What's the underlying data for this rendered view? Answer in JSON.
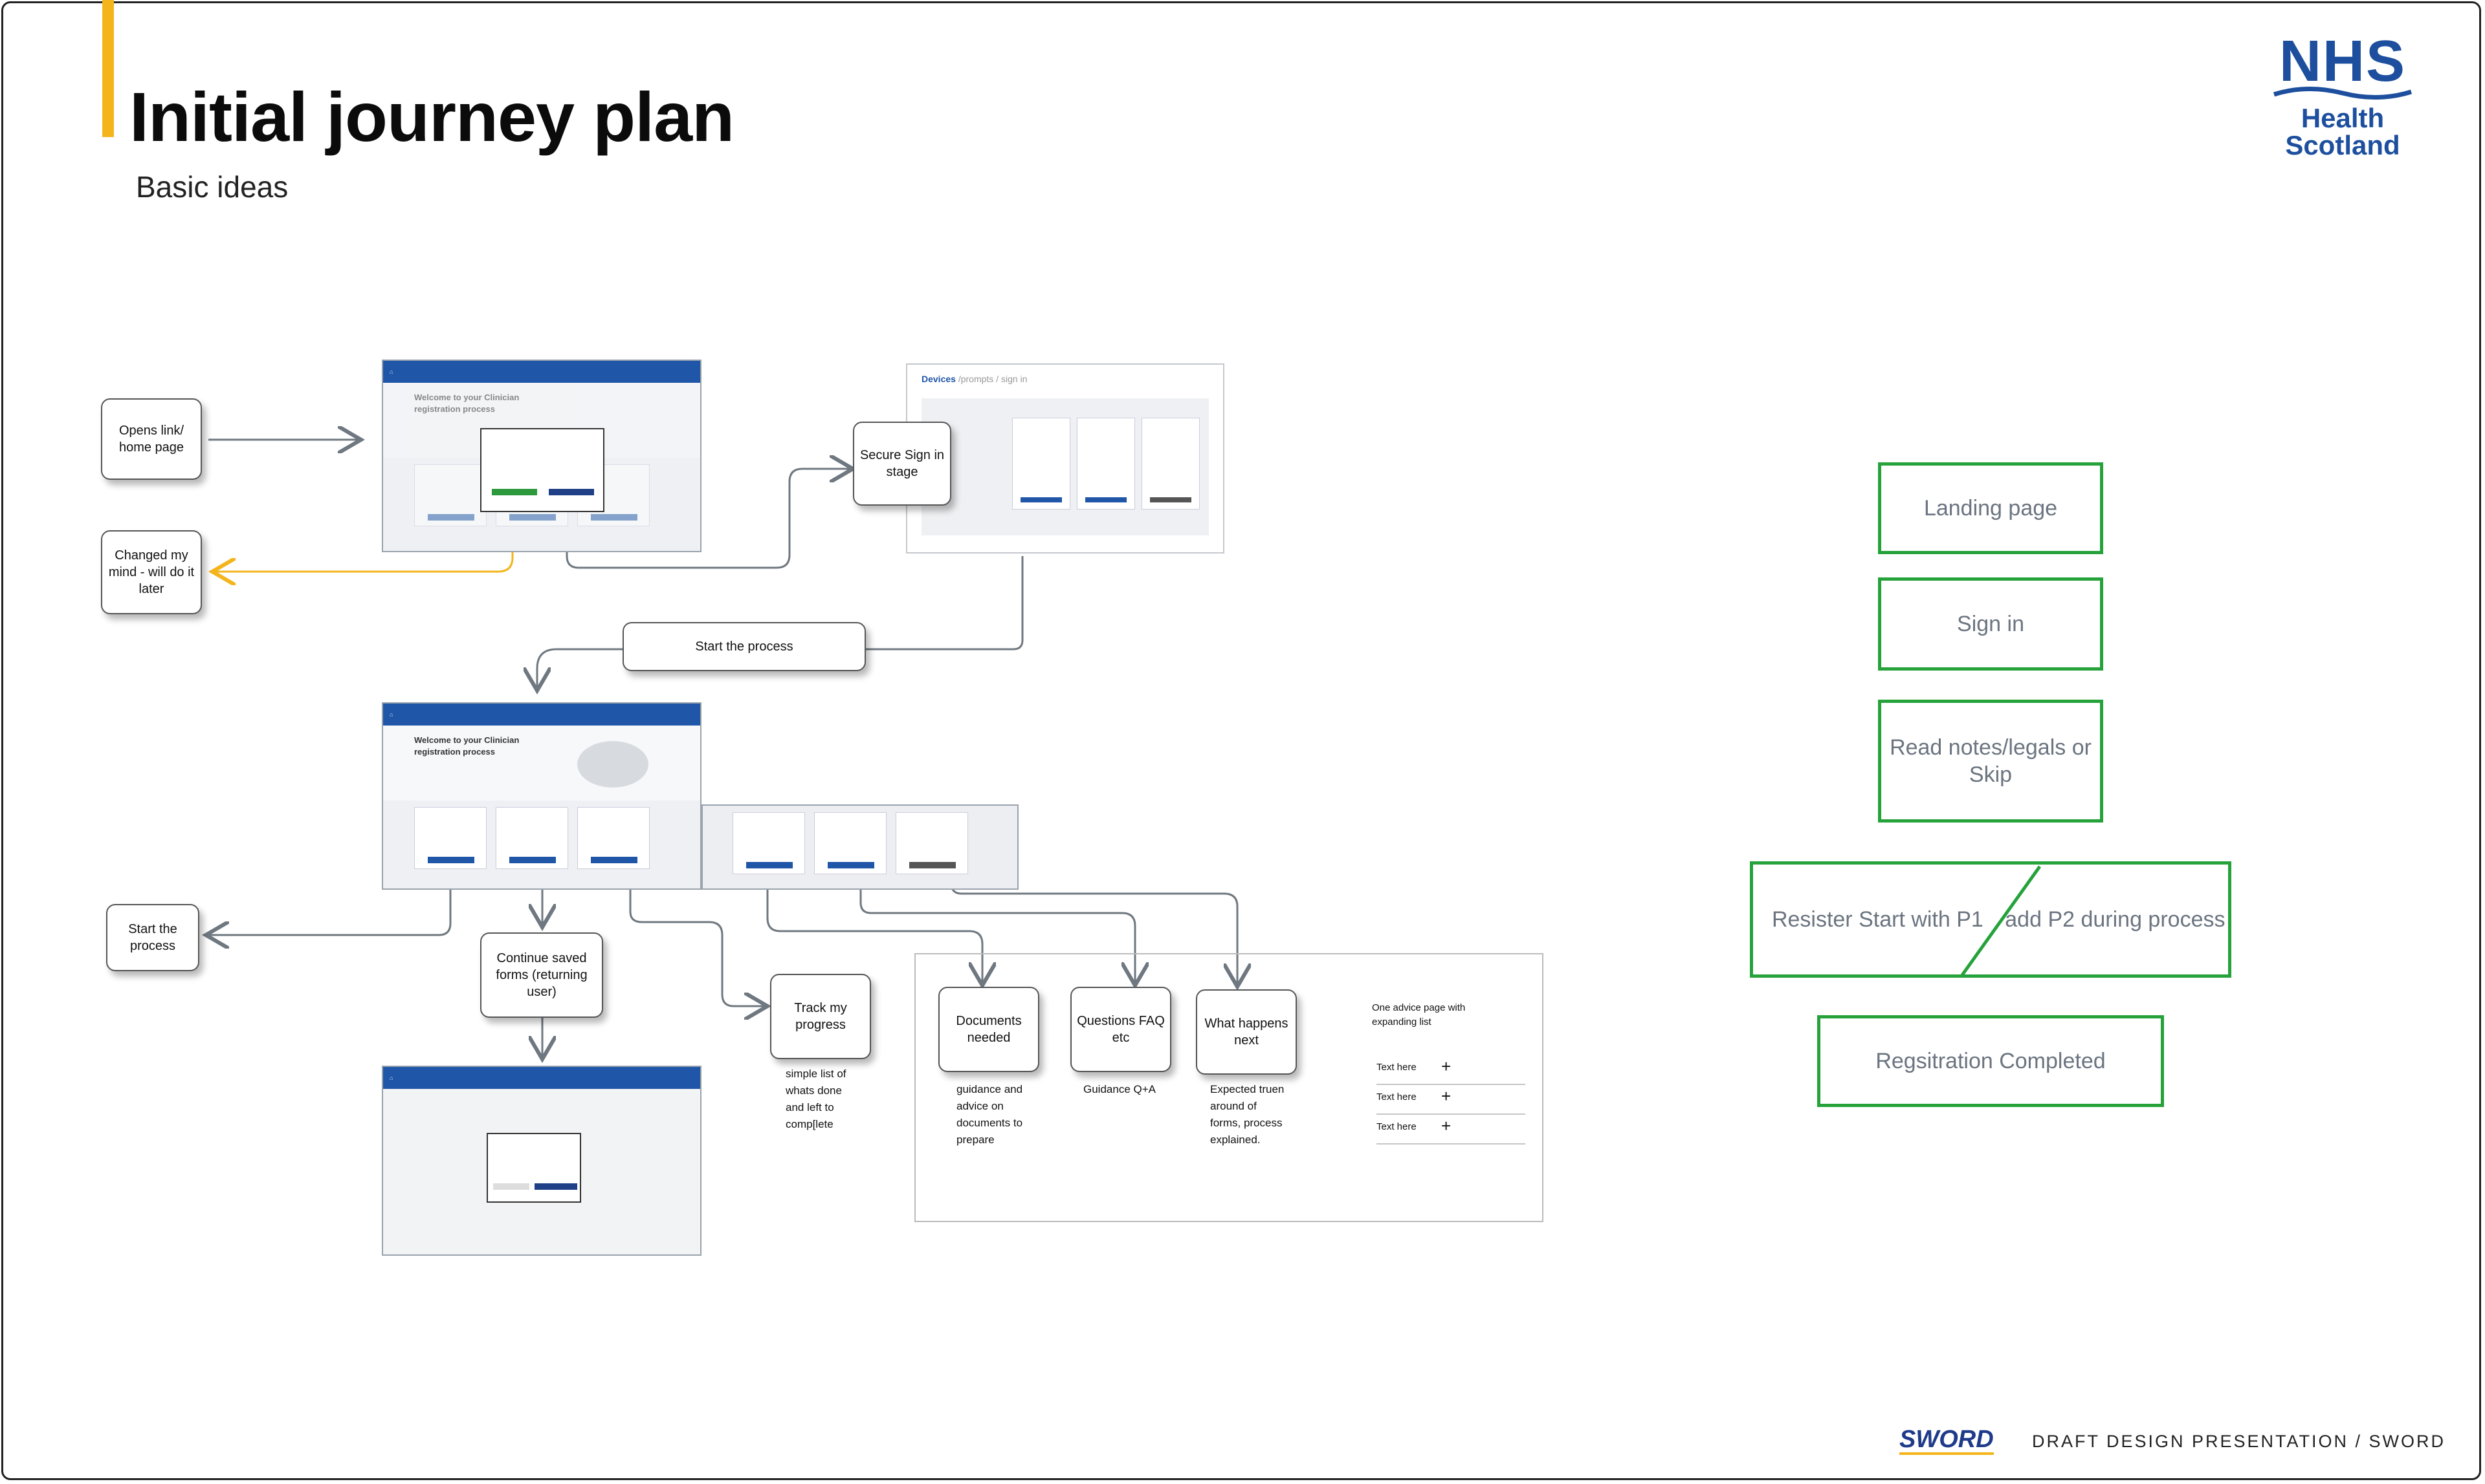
{
  "header": {
    "title": "Initial journey plan",
    "subtitle": "Basic ideas"
  },
  "logo": {
    "nhs": "NHS",
    "line1": "Health",
    "line2": "Scotland",
    "color": "#1d4f9e"
  },
  "footer": {
    "brand": "SWORD",
    "text": "DRAFT DESIGN PRESENTATION / SWORD"
  },
  "flow": {
    "opens_link": "Opens link/ home page",
    "changed_mind": "Changed my mind - will do it later",
    "secure_sign_in": "Secure Sign in stage",
    "start_process_top": "Start the process",
    "start_process_left": "Start the process",
    "continue_saved": "Continue saved forms (returning user)",
    "track_progress": "Track my progress",
    "track_caption": "simple list of whats done and left to comp[lete",
    "documents_needed": "Documents needed",
    "documents_caption": "guidance and advice on documents to prepare",
    "questions": "Questions FAQ etc",
    "questions_caption": "Guidance Q+A",
    "what_next": "What happens next",
    "what_next_caption": "Expected truen around of forms, process explained."
  },
  "advice": {
    "heading": "One advice page with expanding list",
    "rows": [
      "Text here",
      "Text here",
      "Text here"
    ],
    "plus": "+"
  },
  "mocks": {
    "welcome": "Welcome to your Clinician registration process",
    "devices_label": "Devices",
    "devices_path": "/prompts / sign in"
  },
  "stages": {
    "landing": "Landing page",
    "sign_in": "Sign in",
    "read_notes": "Read notes/legals or Skip",
    "register_left": "Resister Start with P1",
    "register_right": "add P2 during process",
    "completed": "Regsitration Completed"
  },
  "colors": {
    "accent": "#f3b51b",
    "green": "#25a23a",
    "nhs_blue": "#1d4f9e",
    "line": "#6f7880"
  }
}
